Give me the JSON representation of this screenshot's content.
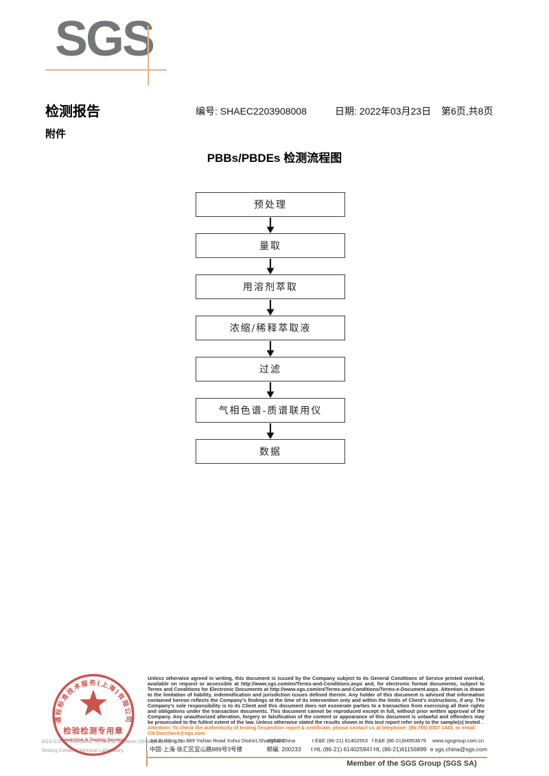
{
  "logo": {
    "text": "SGS"
  },
  "header": {
    "doc_title": "检测报告",
    "report_no_label": "编号:",
    "report_no": "SHAEC2203908008",
    "date_label": "日期:",
    "date": "2022年03月23日",
    "page_info": "第6页,共8页",
    "attachment": "附件"
  },
  "flowchart": {
    "title": "PBBs/PBDEs 检测流程图",
    "steps": [
      "预处理",
      "量取",
      "用溶剂萃取",
      "浓缩/稀释萃取液",
      "过滤",
      "气相色谱-质谱联用仪",
      "数据"
    ]
  },
  "stamp": {
    "ring_text": "通标标准技术服务(上海)有限公司",
    "seal_line1": "检验检测专用章",
    "seal_line2": "Inspection & Testing Services",
    "company_en_line1": "SGS-CSTC Standards Technical Services (Shanghai) Co.,Ltd.",
    "company_en_line2": "Testing Center-Chemical Laboratory",
    "seal_color": "#c5352b"
  },
  "footer": {
    "legal_text": "Unless otherwise agreed in writing, this document is issued by the Company subject to its General Conditions of Service printed overleaf, available on request or accessible at http://www.sgs.com/en/Terms-and-Conditions.aspx and, for electronic format documents, subject to Terms and Conditions for Electronic Documents at http://www.sgs.com/en/Terms-and-Conditions/Terms-e-Document.aspx. Attention is drawn to the limitation of liability, indemnification and jurisdiction issues defined therein. Any holder of this document is advised that information contained hereon reflects the Company's findings at the time of its intervention only and within the limits of Client's instructions, if any. The Company's sole responsibility is to its Client and this document does not exonerate parties to a transaction from exercising all their rights and obligations under the transaction documents. This document cannot be reproduced except in full, without prior written approval of the Company. Any unauthorized alteration, forgery or falsification of the content or appearance of this document is unlawful and offenders may be prosecuted to the fullest extent of the law. Unless otherwise stated the results shown in this test report refer only to the sample(s) tested .",
    "attention_text": "Attention: To check the authenticity of testing /inspection report & certificate, please contact us at telephone: (86-755) 8307 1443, or email: CN.Doccheck@sgs.com",
    "attention_color": "#e87722",
    "address_en": "3rd Building,No.889 Yishan Road Xuhui District,Shanghai China",
    "postcode_en": "200233",
    "tel_en": "t E&E (86-21) 61402553",
    "fax_en": "f E&E (86-21)64953679",
    "website": "www.sgsgroup.com.cn",
    "address_cn": "中国·上海·徐汇区宜山路889号3号楼",
    "postcode_cn": "邮编: 200233",
    "tel_cn": "t HL (86-21) 61402594",
    "fax_cn": "f HL (86-21)61156899",
    "email": "e sgs.china@sgs.com",
    "member_line": "Member of the SGS Group (SGS SA)"
  }
}
